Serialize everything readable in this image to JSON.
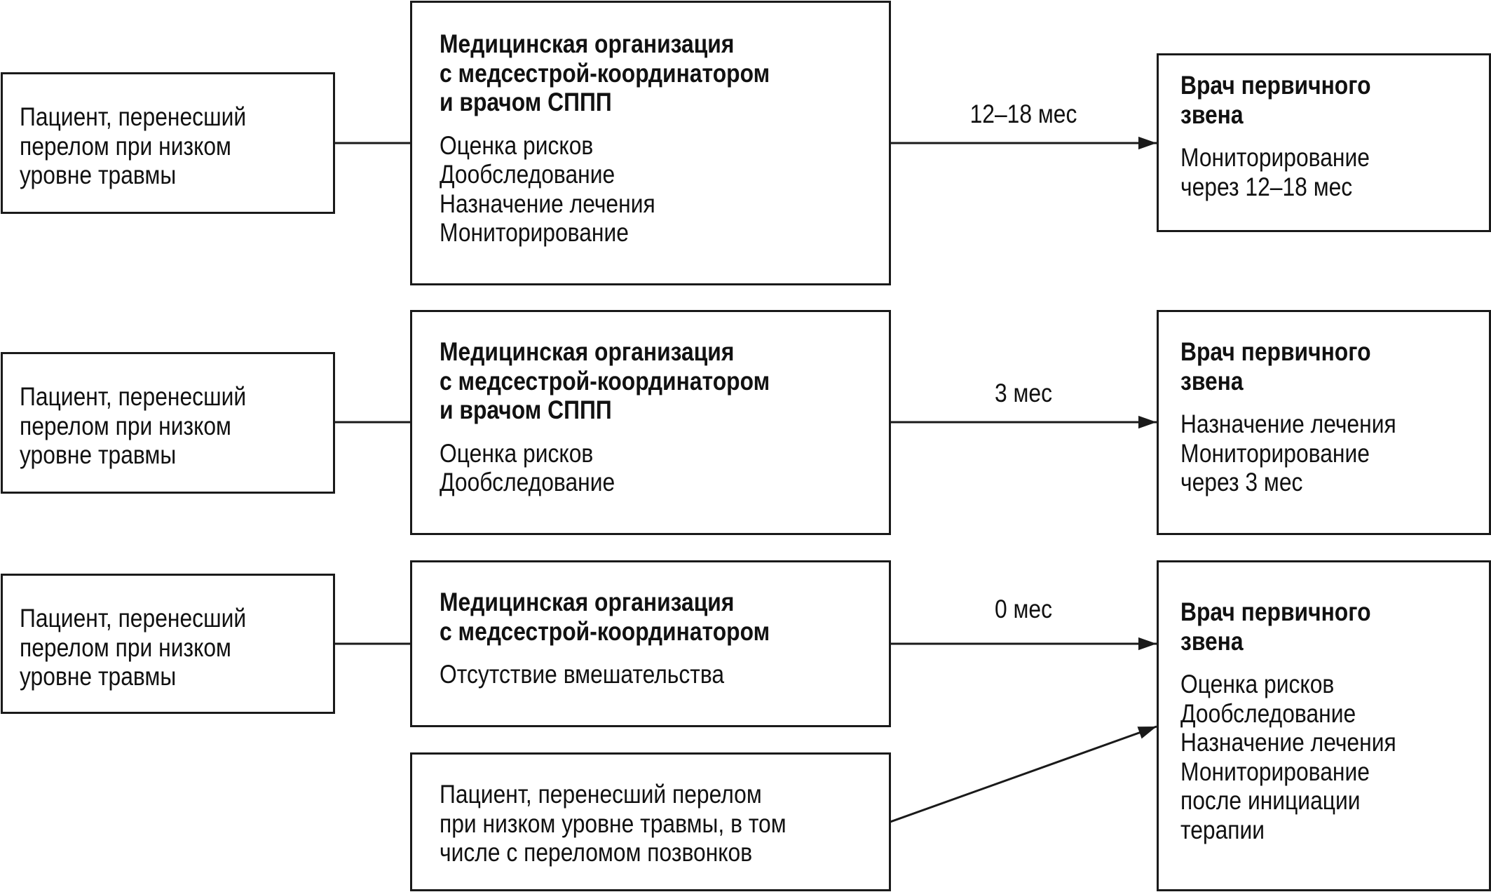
{
  "rows": [
    {
      "patient": [
        "Пациент, перенесший",
        "перелом при низком",
        "уровне травмы"
      ],
      "org_title": [
        "Медицинская организация",
        "с медсестрой-координатором",
        "и врачом СППП"
      ],
      "org_items": [
        "Оценка рисков",
        "Дообследование",
        "Назначение лечения",
        "Мониторирование"
      ],
      "interval": "12–18 мес",
      "doctor_title": [
        "Врач первичного",
        "звена"
      ],
      "doctor_items": [
        "Мониторирование",
        "через 12–18 мес"
      ]
    },
    {
      "patient": [
        "Пациент, перенесший",
        "перелом при низком",
        "уровне травмы"
      ],
      "org_title": [
        "Медицинская организация",
        "с медсестрой-координатором",
        "и врачом СППП"
      ],
      "org_items": [
        "Оценка рисков",
        "Дообследование"
      ],
      "interval": "3 мес",
      "doctor_title": [
        "Врач первичного",
        "звена"
      ],
      "doctor_items": [
        "Назначение лечения",
        "Мониторирование",
        "через 3 мес"
      ]
    },
    {
      "patient": [
        "Пациент, перенесший",
        "перелом при низком",
        "уровне травмы"
      ],
      "org_title": [
        "Медицинская организация",
        "с медсестрой-координатором"
      ],
      "org_items": [
        "Отсутствие вмешательства"
      ],
      "interval": "0 мес",
      "doctor_title": [
        "Врач первичного",
        "звена"
      ],
      "doctor_items": [
        "Оценка рисков",
        "Дообследование",
        "Назначение лечения",
        "Мониторирование",
        "после инициации",
        "терапии"
      ]
    }
  ],
  "extra_patient": [
    "Пациент, перенесший перелом",
    "при низком уровне травмы, в том",
    "числе с переломом позвонков"
  ],
  "colors": {
    "line": "#1a1a1a",
    "background": "#ffffff",
    "text": "#111111"
  }
}
